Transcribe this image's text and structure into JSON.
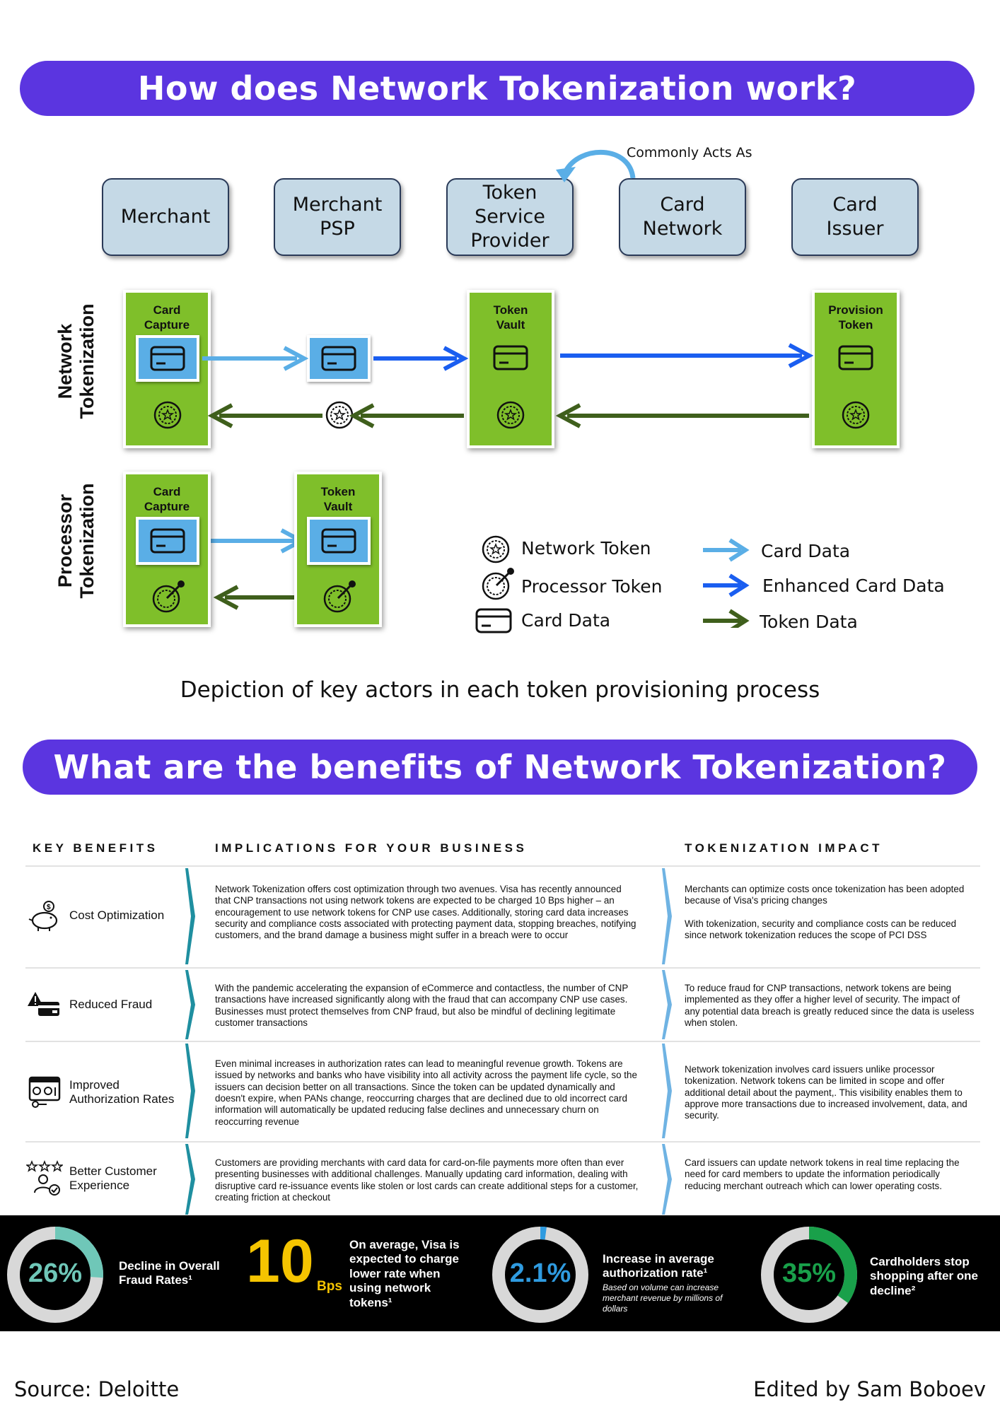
{
  "sections": {
    "how_title": "How does Network Tokenization work?",
    "benefits_title": "What are the benefits of Network Tokenization?"
  },
  "diagram": {
    "actors": [
      "Merchant",
      "Merchant\nPSP",
      "Token\nService\nProvider",
      "Card\nNetwork",
      "Card\nIssuer"
    ],
    "commonly_acts_as": "Commonly Acts As",
    "row_labels": {
      "network": "Network\nTokenization",
      "processor": "Processor\nTokenization"
    },
    "network_cols": [
      "Card\nCapture",
      "Token\nVault",
      "Provision\nToken"
    ],
    "processor_cols": [
      "Card\nCapture",
      "Token\nVault"
    ],
    "legend": {
      "network_token": "Network Token",
      "processor_token": "Processor Token",
      "card_data_icon": "Card Data",
      "card_data_arrow": "Card Data",
      "enhanced_card_data": "Enhanced Card Data",
      "token_data": "Token Data"
    },
    "colors": {
      "card_data": "#5aaee6",
      "enhanced_card_data": "#1a5ef0",
      "token_data": "#3f5f1c",
      "column_green": "#7fbf2a"
    },
    "caption": "Depiction of key actors in each token provisioning process"
  },
  "table": {
    "headers": {
      "key": "KEY BENEFITS",
      "impl": "IMPLICATIONS FOR YOUR BUSINESS",
      "impact": "TOKENIZATION IMPACT"
    },
    "rows": [
      {
        "icon": "piggy-bank-icon",
        "benefit": "Cost Optimization",
        "implication": "Network Tokenization offers cost optimization through two avenues. Visa has recently announced that CNP transactions not using network tokens are expected to be charged 10 Bps higher – an encouragement to use network tokens for CNP use cases. Additionally, storing card data increases security and compliance costs associated with protecting payment data, stopping breaches, notifying customers, and the brand damage a business might suffer in a breach were to occur",
        "impact": "Merchants can optimize costs once tokenization has been adopted because of Visa's pricing changes\n\nWith tokenization, security and compliance costs can be reduced since network tokenization reduces the scope of PCI DSS"
      },
      {
        "icon": "fraud-warning-card-icon",
        "benefit": "Reduced Fraud",
        "implication": "With the pandemic accelerating the expansion of eCommerce and contactless, the number of CNP transactions have increased significantly along with the fraud that can accompany CNP use cases. Businesses must protect themselves from CNP fraud, but also be mindful of declining legitimate customer transactions",
        "impact": "To reduce fraud for CNP transactions, network tokens are being implemented as they offer a higher level of security. The impact of any potential data breach is greatly reduced since the data is useless when stolen."
      },
      {
        "icon": "authorization-screen-icon",
        "benefit": "Improved Authorization Rates",
        "implication": "Even minimal increases in authorization rates can lead to meaningful revenue growth. Tokens are issued by networks and banks who have visibility into all activity across the payment life cycle, so the issuers can decision better on all transactions. Since the token can be updated dynamically and doesn't expire, when PANs change, reoccurring charges that are declined due to old incorrect card information will automatically be updated reducing false declines and unnecessary churn on reoccurring revenue",
        "impact": "Network tokenization involves card issuers unlike processor tokenization.  Network tokens can be limited in scope and offer additional detail about the payment,. This visibility enables them to approve more transactions due to increased involvement,  data, and security."
      },
      {
        "icon": "customer-stars-icon",
        "benefit": "Better Customer Experience",
        "implication": "Customers are providing merchants with card data for card-on-file payments more often than ever presenting businesses with additional challenges. Manually updating card information, dealing with disruptive card re-issuance events like stolen or lost cards can create additional steps for a customer, creating friction at checkout",
        "impact": "Card issuers can update network tokens in real time replacing the need for card members to update the information periodically reducing merchant outreach which can lower operating costs."
      }
    ]
  },
  "stats": [
    {
      "value": "26%",
      "percent": 26,
      "color": "#6fc7b8",
      "label": "Decline in Overall Fraud Rates¹"
    },
    {
      "value": "10",
      "unit": "Bps",
      "color": "#f5c400",
      "label": "On average, Visa is expected to charge lower rate when using network tokens¹"
    },
    {
      "value": "2.1%",
      "percent": 2.1,
      "color": "#2f9be0",
      "label": "Increase in average authorization rate¹",
      "sub": "Based on volume can increase merchant revenue by millions of dollars"
    },
    {
      "value": "35%",
      "percent": 35,
      "color": "#19a04a",
      "label": "Cardholders stop shopping after one decline²"
    }
  ],
  "footer": {
    "source": "Source: Deloitte",
    "editor": "Edited by Sam Boboev"
  }
}
